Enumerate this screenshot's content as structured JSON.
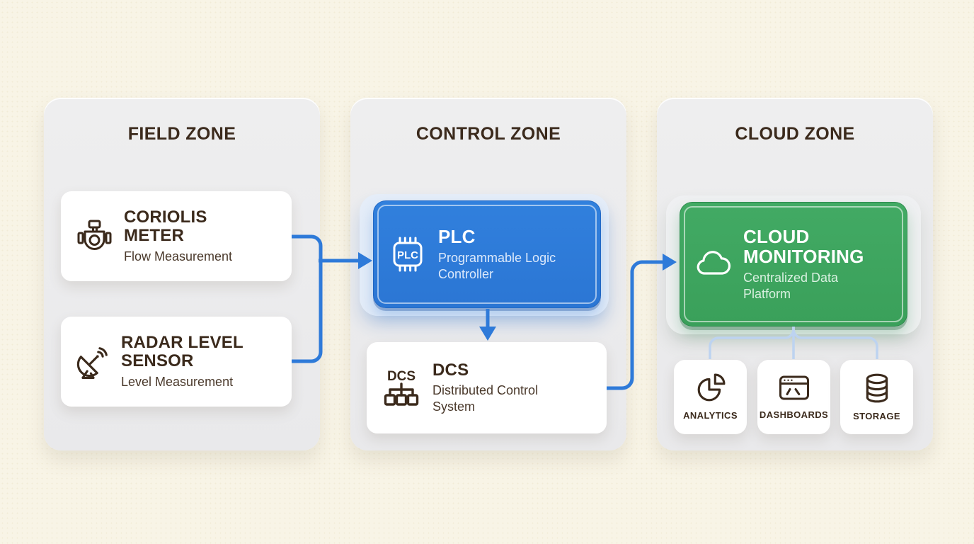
{
  "zones": {
    "field": {
      "title": "FIELD ZONE"
    },
    "control": {
      "title": "CONTROL ZONE"
    },
    "cloud": {
      "title": "CLOUD ZONE"
    }
  },
  "cards": {
    "coriolis": {
      "title": "CORIOLIS METER",
      "subtitle": "Flow Measurement",
      "icon": "coriolis-meter-icon"
    },
    "radar": {
      "title": "RADAR LEVEL SENSOR",
      "subtitle": "Level Measurement",
      "icon": "radar-dish-icon"
    },
    "plc": {
      "title": "PLC",
      "subtitle": "Programmable Logic Controller",
      "icon": "plc-chip-icon",
      "icon_text": "PLC"
    },
    "dcs": {
      "title": "DCS",
      "subtitle": "Distributed Control System",
      "icon": "dcs-hierarchy-icon",
      "icon_text": "DCS"
    },
    "cloud_monitoring": {
      "title": "CLOUD MONITORING",
      "subtitle": "Centralized Data Platform",
      "icon": "cloud-icon"
    },
    "analytics": {
      "label": "ANALYTICS",
      "icon": "pie-chart-icon"
    },
    "dashboards": {
      "label": "DASHBOARDS",
      "icon": "dashboard-window-icon"
    },
    "storage": {
      "label": "STORAGE",
      "icon": "database-icon"
    }
  },
  "connections": [
    {
      "from": "coriolis",
      "to": "plc"
    },
    {
      "from": "radar",
      "to": "plc"
    },
    {
      "from": "plc",
      "to": "dcs"
    },
    {
      "from": "dcs",
      "to": "cloud_monitoring"
    },
    {
      "from": "cloud_monitoring",
      "to": "analytics"
    },
    {
      "from": "cloud_monitoring",
      "to": "dashboards"
    },
    {
      "from": "cloud_monitoring",
      "to": "storage"
    }
  ],
  "colors": {
    "background": "#f8f4e6",
    "zone_panel": "#ebebec",
    "card_white": "#ffffff",
    "accent_blue": "#2e7ad9",
    "accent_green": "#3da65f",
    "arrow_blue": "#2e7ad9",
    "connector_light_blue": "#bdd3f0",
    "text_dark_brown": "#3b2a1c",
    "text_subtitle": "#4a392b"
  }
}
